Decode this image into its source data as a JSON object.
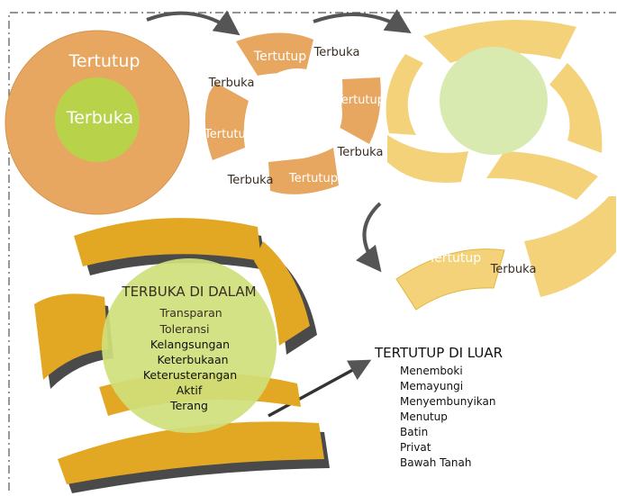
{
  "colors": {
    "orange": "#e8a760",
    "orange_edge": "#c98a48",
    "green": "#cfe07a",
    "green_inner": "#b8d24a",
    "yellow": "#f3d27a",
    "yellow_dark": "#e2b83a",
    "gold": "#e3a823",
    "shadow": "#4a4a4a",
    "pale_green": "#d9eab0",
    "arrow": "#555555"
  },
  "stage1": {
    "outer_label": "Tertutup",
    "inner_label": "Terbuka"
  },
  "stage2": {
    "labels": [
      "Tertutup",
      "Terbuka",
      "Terbuka",
      "Tertutup",
      "Tertutup",
      "Terbuka",
      "Terbuka",
      "Tertutup"
    ]
  },
  "stage4": {
    "label_closed": "Tertutup",
    "label_open": "Terbuka"
  },
  "stage5": {
    "title": "TERBUKA DI DALAM",
    "items": [
      "Transparan",
      "Toleransi",
      "Kelangsungan",
      "Keterbukaan",
      "Keterusterangan",
      "Aktif",
      "Terang"
    ]
  },
  "outside": {
    "title": "TERTUTUP DI LUAR",
    "items": [
      "Menemboki",
      "Memayungi",
      "Menyembunyikan",
      "Menutup",
      "Batin",
      "Privat",
      "Bawah Tanah"
    ]
  }
}
